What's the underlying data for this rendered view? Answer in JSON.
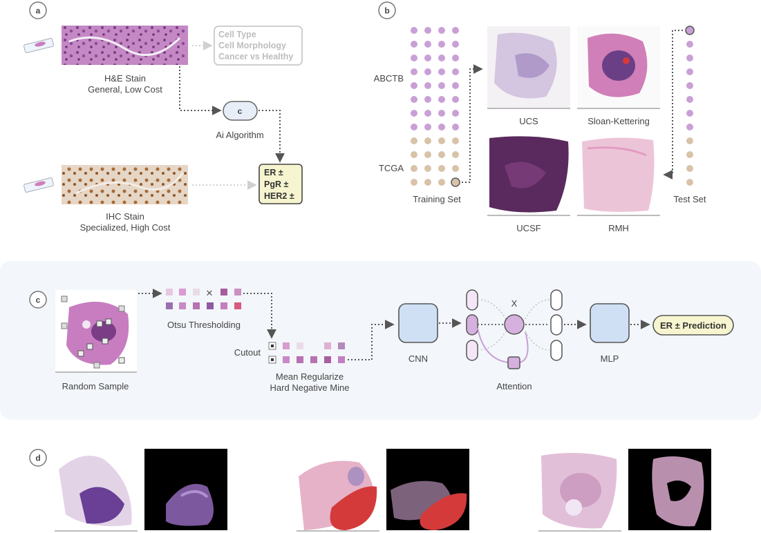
{
  "panels": {
    "a": {
      "letter": "a",
      "he_caption": [
        "H&E Stain",
        "General, Low Cost"
      ],
      "ihc_caption": [
        "IHC Stain",
        "Specialized, High Cost"
      ],
      "tasks": [
        "Cell Type",
        "Cell Morphology",
        "Cancer vs Healthy"
      ],
      "algo_node": "c",
      "algo_label": "Ai Algorithm",
      "results": [
        "ER ±",
        "PgR ±",
        "HER2 ±"
      ]
    },
    "b": {
      "letter": "b",
      "abctb_label": "ABCTB",
      "tcga_label": "TCGA",
      "training_label": "Training Set",
      "test_label": "Test Set",
      "sites": [
        "UCS",
        "Sloan-Kettering",
        "UCSF",
        "RMH"
      ]
    },
    "c": {
      "letter": "c",
      "random_sample": "Random Sample",
      "otsu": "Otsu Thresholding",
      "cutout": "Cutout",
      "mean_reg": [
        "Mean Regularize",
        "Hard Negative Mine"
      ],
      "cnn": "CNN",
      "x_label": "X",
      "attention": "Attention",
      "mlp": "MLP",
      "prediction": "ER ± Prediction"
    },
    "d": {
      "letter": "d"
    }
  },
  "colors": {
    "purple": "#c9a0d6",
    "tan": "#d8c3a9",
    "blue_box": "#cfe0f5",
    "yellow_box": "#f7f5cf",
    "panel_c_bg": "#f3f6fa",
    "he_pink": "#b86fb0",
    "ihc_brown": "#b5773f",
    "deep_purple": "#5a2a5e",
    "red_stain": "#d43a3a"
  }
}
